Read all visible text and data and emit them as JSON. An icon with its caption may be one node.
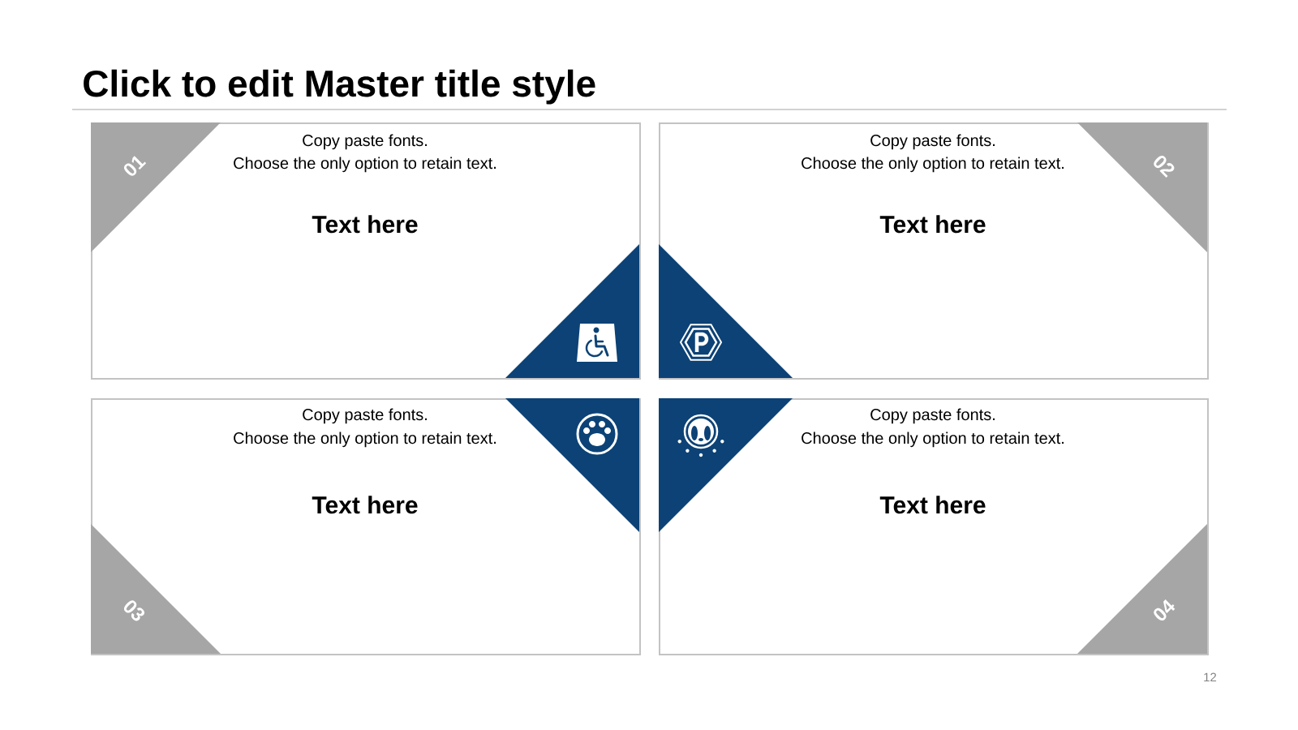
{
  "diagram": {
    "title": "Click to edit Master title style",
    "nodes": [
      {
        "text": [
          "Copy paste fonts.",
          "Choose the only option to retain text.",
          "Text here"
        ]
      },
      {
        "text": [
          "01"
        ],
        "in": 0
      },
      {
        "text": [],
        "shape": "triangle",
        "in": 0
      },
      {
        "text": [
          "Copy paste fonts.",
          "Choose the only option to retain text.",
          "Text here"
        ]
      },
      {
        "text": [
          "02"
        ],
        "in": 3
      },
      {
        "text": [],
        "shape": "triangle",
        "in": 3
      },
      {
        "text": [
          "Copy paste fonts.",
          "Choose the only option to retain text.",
          "Text here"
        ]
      },
      {
        "text": [],
        "shape": "triangle",
        "in": 6
      },
      {
        "text": [
          "03"
        ],
        "in": 6
      },
      {
        "text": [
          "Copy paste fonts.",
          "Choose the only option to retain text.",
          "Text here"
        ]
      },
      {
        "text": [],
        "shape": "triangle",
        "in": 9
      },
      {
        "text": [
          "04"
        ],
        "in": 9
      }
    ],
    "labels": [
      "12"
    ]
  }
}
